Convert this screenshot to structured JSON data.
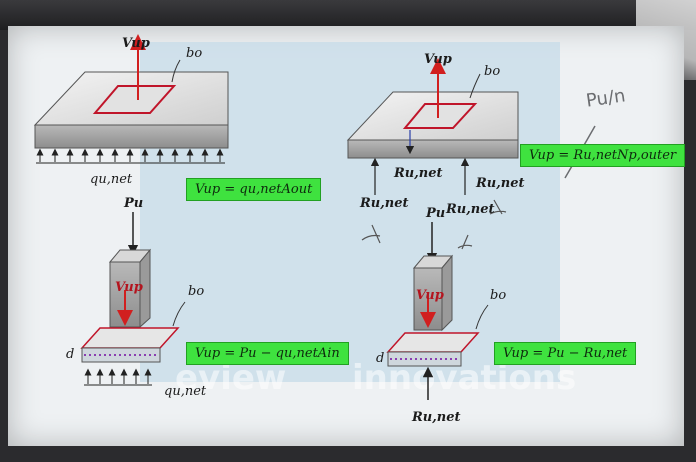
{
  "labels": {
    "vup": "Vup",
    "bo": "bo",
    "qunet": "qu,net",
    "pu": "Pu",
    "d": "d",
    "runet": "Ru,net"
  },
  "equations": {
    "eq1": "Vup = qu,netAout",
    "eq2": "Vup = Ru,netNp,outer",
    "eq3": "Vup = Pu − qu,netAin",
    "eq4": "Vup = Pu − Ru,net"
  },
  "watermark": {
    "part1": "eview",
    "part2": "innovations"
  },
  "handwriting": "Pu/n",
  "colors": {
    "eq_bg": "#3fe23f",
    "arrow_red": "#d11f1f",
    "outline_red": "#c0152a",
    "screen_bg": "#eef1f3"
  }
}
